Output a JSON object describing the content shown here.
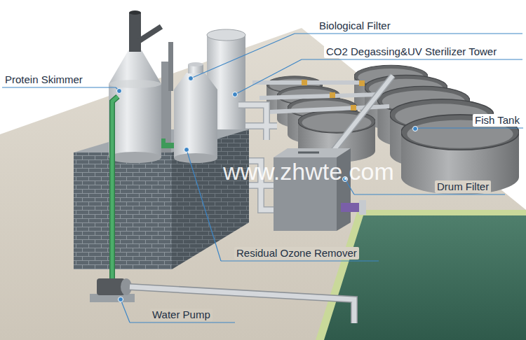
{
  "diagram": {
    "labels": [
      "Biological Filter",
      "CO2 Degassing&UV Sterilizer Tower",
      "Protein Skimmer",
      "Fish Tank",
      "Drum Filter",
      "Residual Ozone Remover",
      "Water Pump",
      "www.zhwte.com"
    ]
  }
}
